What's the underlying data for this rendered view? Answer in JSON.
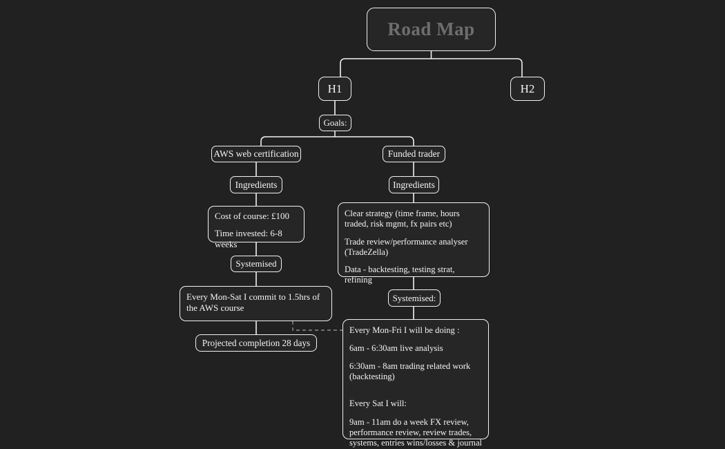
{
  "page": {
    "background_color": "#212121",
    "node_border_color": "#f2f2f2",
    "node_fill_color": "#262626",
    "text_color": "#f4f4f4",
    "title_color": "#6e6e6e",
    "dashed_edge_color": "#8a8a8a"
  },
  "title": {
    "label": "Road Map"
  },
  "halves": {
    "h1": "H1",
    "h2": "H2"
  },
  "goals": {
    "label": "Goals:"
  },
  "branch_aws": {
    "goal": "AWS web certification",
    "ingredients_label": "Ingredients",
    "ingredients": [
      "Cost of course: £100",
      "Time invested: 6-8 weeks"
    ],
    "systemised_label": "Systemised",
    "commitment": "Every Mon-Sat I commit to 1.5hrs of the AWS course",
    "projection": "Projected completion 28 days"
  },
  "branch_trading": {
    "goal": "Funded trader",
    "ingredients_label": "Ingredients",
    "ingredients": [
      "Clear strategy (time frame, hours traded, risk mgmt, fx pairs etc)",
      "Trade review/performance analyser (TradeZella)",
      "Data - backtesting, testing strat, refining"
    ],
    "systemised_label": "Systemised:",
    "routine": [
      "Every Mon-Fri I will be doing :",
      "6am - 6:30am live analysis",
      "6:30am - 8am trading related work (backtesting)",
      "Every Sat I will:",
      "9am - 11am do a week FX review, performance review, review trades, systems, entries wins/losses  & journal"
    ]
  }
}
